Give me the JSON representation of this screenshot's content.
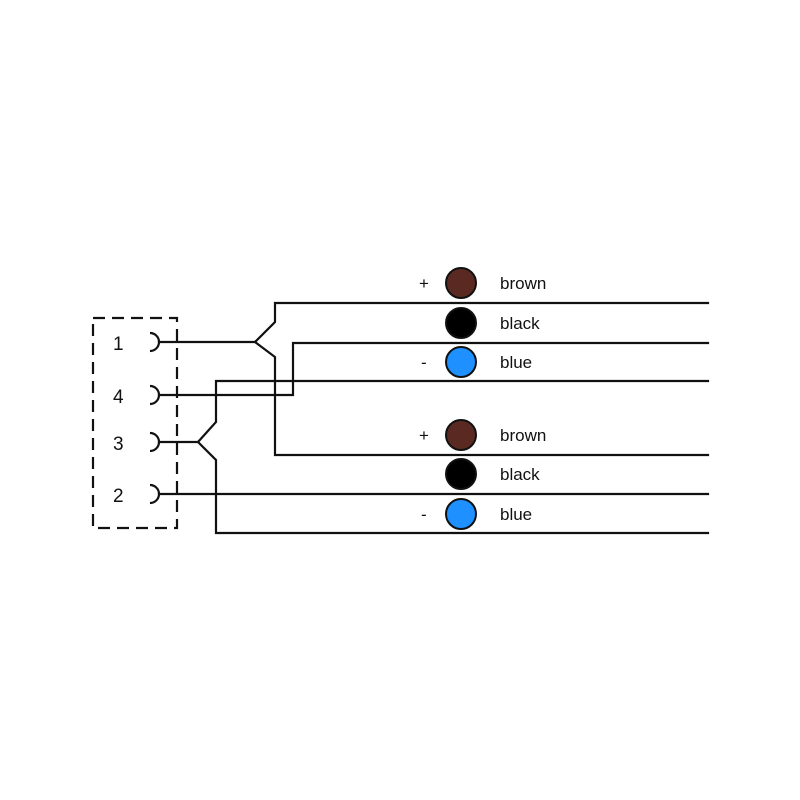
{
  "connector": {
    "pins": [
      {
        "number": "1"
      },
      {
        "number": "4"
      },
      {
        "number": "3"
      },
      {
        "number": "2"
      }
    ]
  },
  "groups": [
    {
      "wires": [
        {
          "sign": "+",
          "name": "brown",
          "color": "#5a2a22"
        },
        {
          "sign": "",
          "name": "black",
          "color": "#000000"
        },
        {
          "sign": "-",
          "name": "blue",
          "color": "#1e90ff"
        }
      ]
    },
    {
      "wires": [
        {
          "sign": "+",
          "name": "brown",
          "color": "#5a2a22"
        },
        {
          "sign": "",
          "name": "black",
          "color": "#000000"
        },
        {
          "sign": "-",
          "name": "blue",
          "color": "#1e90ff"
        }
      ]
    }
  ]
}
